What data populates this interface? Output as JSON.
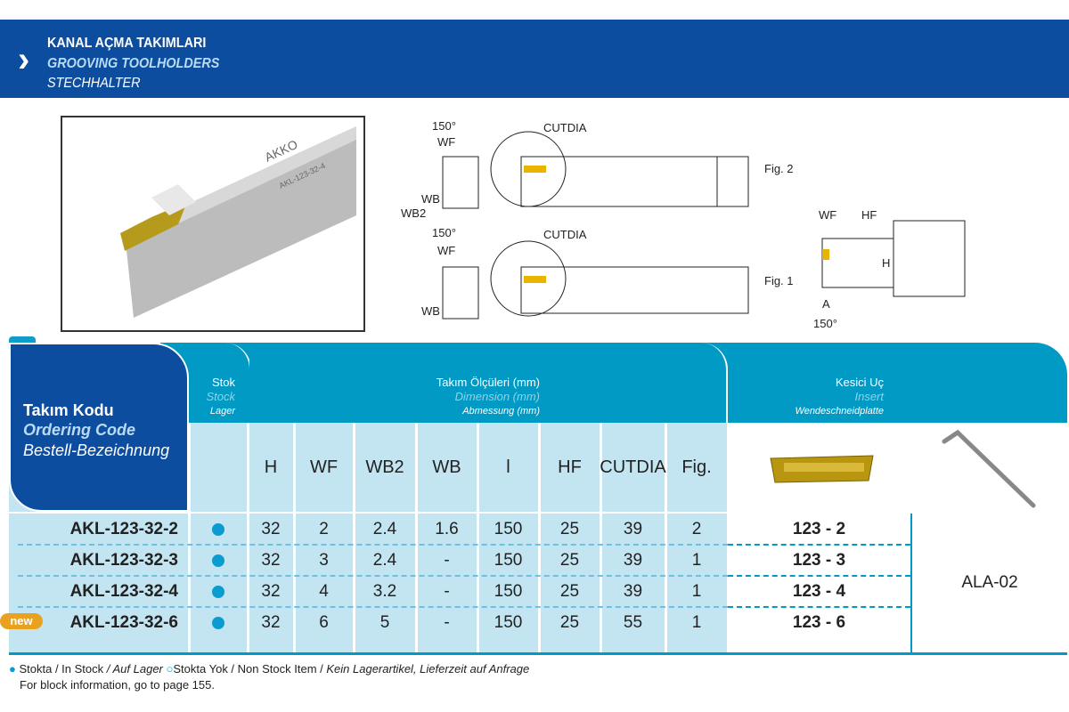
{
  "header": {
    "title_tr": "KANAL AÇMA TAKIMLARI",
    "title_en": "GROOVING TOOLHOLDERS",
    "title_de": "STECHHALTER"
  },
  "photo": {
    "brand": "AKKO",
    "code": "AKL-123-32-4"
  },
  "diagram": {
    "angle": "150°",
    "wf": "WF",
    "wb": "WB",
    "wb2": "WB2",
    "hf": "HF",
    "h": "H",
    "cutdia": "CUTDIA",
    "fig2": "Fig. 2",
    "fig1": "Fig. 1",
    "a": "A"
  },
  "table": {
    "code_tr": "Takım Kodu",
    "code_en": "Ordering Code",
    "code_de": "Bestell-Bezeichnung",
    "stock_tr": "Stok",
    "stock_en": "Stock",
    "stock_de": "Lager",
    "dim_tr": "Takım Ölçüleri (mm)",
    "dim_en": "Dimension (mm)",
    "dim_de": "Abmessung (mm)",
    "insert_tr": "Kesici Uç",
    "insert_en": "Insert",
    "insert_de": "Wendeschneidplatte",
    "columns": [
      "H",
      "WF",
      "WB2",
      "WB",
      "l",
      "HF",
      "CUTDIA",
      "Fig."
    ],
    "key": "ALA-02",
    "new_badge": "new",
    "rows": [
      {
        "code": "AKL-123-32-2",
        "stock": "in",
        "values": [
          "32",
          "2",
          "2.4",
          "1.6",
          "150",
          "25",
          "39",
          "2"
        ],
        "insert": "123 - 2"
      },
      {
        "code": "AKL-123-32-3",
        "stock": "in",
        "values": [
          "32",
          "3",
          "2.4",
          "-",
          "150",
          "25",
          "39",
          "1"
        ],
        "insert": "123 - 3"
      },
      {
        "code": "AKL-123-32-4",
        "stock": "in",
        "values": [
          "32",
          "4",
          "3.2",
          "-",
          "150",
          "25",
          "39",
          "1"
        ],
        "insert": "123 - 4"
      },
      {
        "code": "AKL-123-32-6",
        "stock": "in",
        "values": [
          "32",
          "6",
          "5",
          "-",
          "150",
          "25",
          "55",
          "1"
        ],
        "insert": "123 - 6",
        "new": true
      }
    ]
  },
  "footer": {
    "in_stock_tr": "Stokta / In Stock",
    "in_stock_de": "/ Auf Lager",
    "no_stock": "Stokta Yok / Non Stock Item /",
    "no_stock_de": "Kein Lagerartikel, Lieferzeit auf Anfrage",
    "note": "For block information, go to page 155."
  },
  "colors": {
    "header": "#0d4d9f",
    "table_head": "#019ac5",
    "light": "#c3e4f1",
    "dot": "#0a9bd0"
  }
}
